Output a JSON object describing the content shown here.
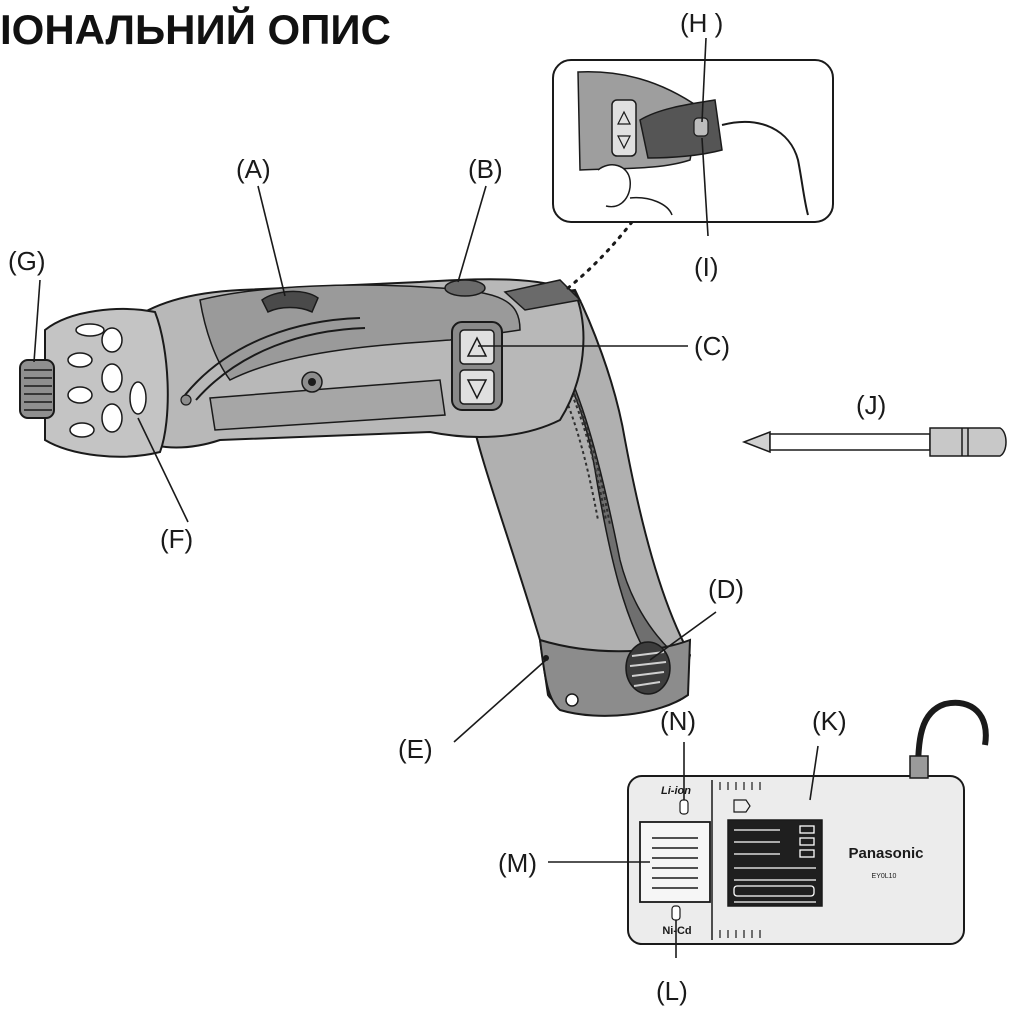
{
  "heading": {
    "title": "ІОНАЛЬНИЙ ОПИС"
  },
  "callouts": {
    "A": "(A)",
    "B": "(B)",
    "C": "(C)",
    "D": "(D)",
    "E": "(E)",
    "F": "(F)",
    "G": "(G)",
    "H": "(H )",
    "I": "(I)",
    "J": "(J)",
    "K": "(K)",
    "L": "(L)",
    "M": "(M)",
    "N": "(N)"
  },
  "charger": {
    "brand": "Panasonic",
    "model": "EY0L10",
    "slot_top_label": "Li-ion",
    "slot_bottom_label": "Ni-Cd"
  },
  "colors": {
    "body_fill": "#b3b3b3",
    "dark_fill": "#7a7a7a",
    "light_fill": "#d9d9d9",
    "outline": "#1a1a1a"
  }
}
